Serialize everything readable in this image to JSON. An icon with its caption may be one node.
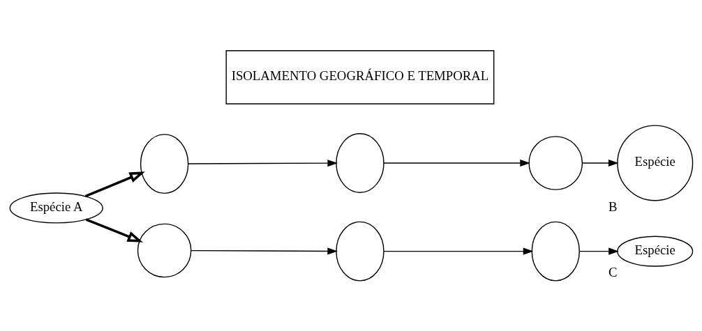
{
  "diagram": {
    "nodes": [
      {
        "text": [
          "Espécie A"
        ]
      },
      {
        "text": [],
        "shape": "ellipse"
      },
      {
        "text": [],
        "shape": "ellipse"
      },
      {
        "text": [],
        "shape": "circle"
      },
      {
        "text": [
          "Espécie"
        ],
        "beside": [
          "B"
        ]
      },
      {
        "text": [
          "ISOLAMENTO GEOGRÁFICO E TEMPORAL"
        ]
      },
      {
        "text": [],
        "shape": "circle"
      },
      {
        "text": [],
        "shape": "ellipse"
      },
      {
        "text": [],
        "shape": "ellipse"
      },
      {
        "text": [
          "Espécie"
        ],
        "beside": [
          "C"
        ]
      }
    ],
    "edges": [
      {
        "from": 0,
        "to": 1,
        "arrow": "to",
        "style": "thick"
      },
      {
        "from": 1,
        "to": 2,
        "arrow": "to"
      },
      {
        "from": 2,
        "to": 3,
        "arrow": "to"
      },
      {
        "from": 3,
        "to": 4,
        "arrow": "to"
      },
      {
        "from": 0,
        "to": 6,
        "arrow": "to",
        "style": "thick"
      },
      {
        "from": 6,
        "to": 7,
        "arrow": "to"
      },
      {
        "from": 7,
        "to": 8,
        "arrow": "to"
      },
      {
        "from": 8,
        "to": 9,
        "arrow": "to"
      }
    ]
  }
}
